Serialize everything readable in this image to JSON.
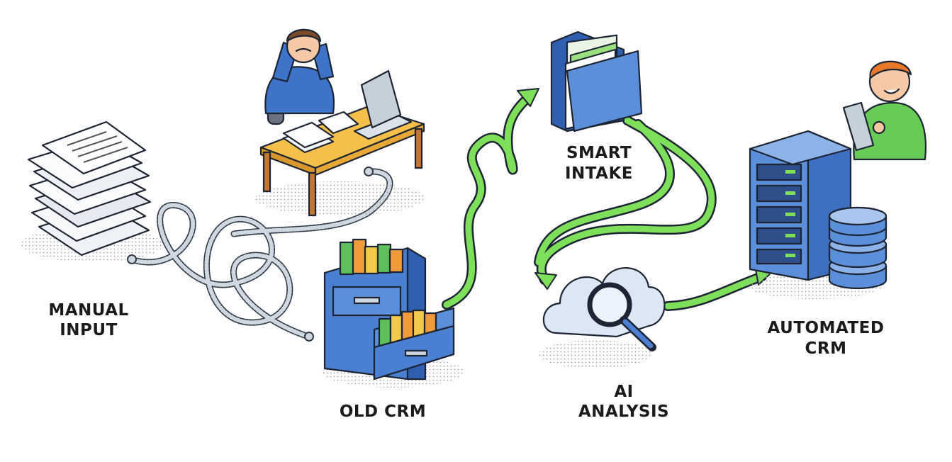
{
  "stages": [
    {
      "id": "manual-input",
      "label_lines": [
        "MANUAL",
        "INPUT"
      ]
    },
    {
      "id": "old-crm",
      "label_lines": [
        "OLD CRM"
      ]
    },
    {
      "id": "smart-intake",
      "label_lines": [
        "SMART",
        "INTAKE"
      ]
    },
    {
      "id": "ai-analysis",
      "label_lines": [
        "AI",
        "ANALYSIS"
      ]
    },
    {
      "id": "automated-crm",
      "label_lines": [
        "AUTOMATED",
        "CRM"
      ]
    }
  ],
  "colors": {
    "arrow_green": "#7ee05a",
    "folder_blue": "#4a7fd1",
    "server_blue": "#5b8fd9",
    "cable_gray": "#c9d3dc",
    "desk_yellow": "#f5c04a",
    "person_shirt_blue": "#3f73c9",
    "person_shirt_green": "#66cc55"
  }
}
